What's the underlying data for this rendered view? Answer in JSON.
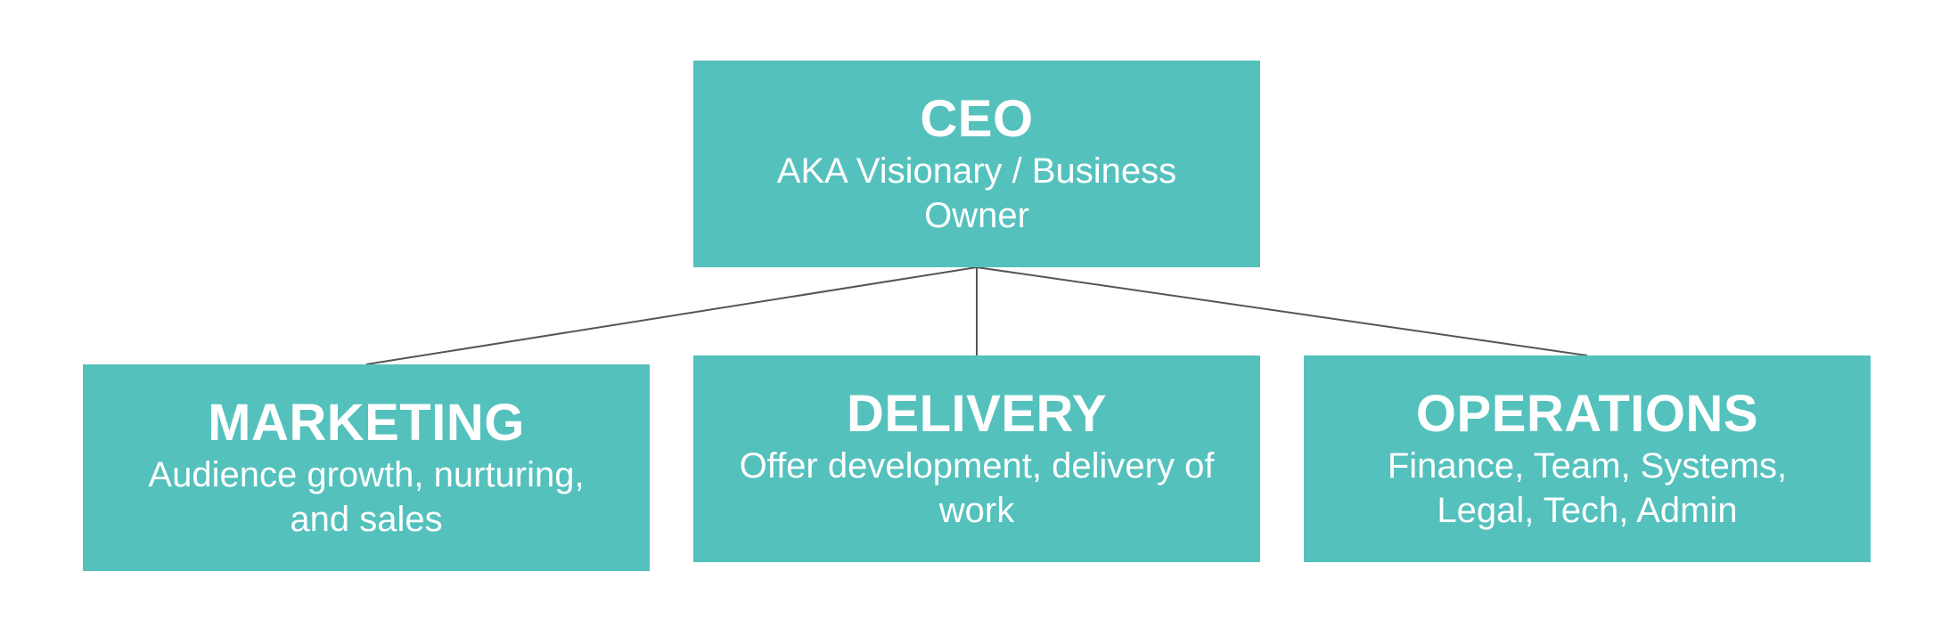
{
  "colors": {
    "box_fill": "#54c1bd",
    "box_text": "#ffffff",
    "connector": "#555555",
    "background": "#ffffff"
  },
  "ceo": {
    "title": "CEO",
    "description": "AKA Visionary / Business Owner"
  },
  "departments": [
    {
      "title": "MARKETING",
      "description": "Audience growth, nurturing, and sales"
    },
    {
      "title": "DELIVERY",
      "description": "Offer development, delivery of work"
    },
    {
      "title": "OPERATIONS",
      "description": "Finance, Team, Systems, Legal, Tech, Admin"
    }
  ]
}
